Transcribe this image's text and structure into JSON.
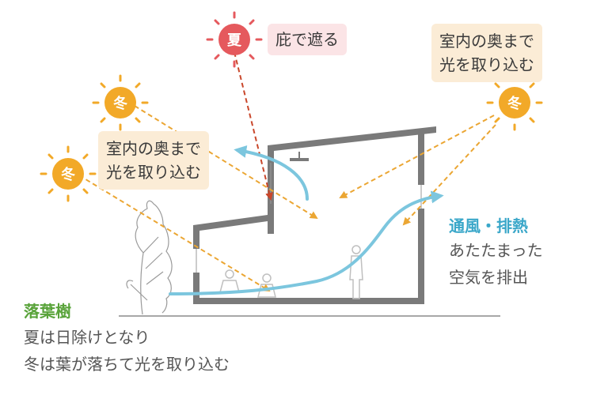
{
  "suns": {
    "summer": "夏",
    "winter": "冬"
  },
  "labels": {
    "eaves": "庇で遮る",
    "bring_light_deep": "室内の奥まで\n光を取り込む",
    "ventilation_title": "通風・排熱",
    "ventilation_desc": "あたたまった\n空気を排出",
    "tree_title": "落葉樹",
    "tree_desc": "夏は日除けとなり\n冬は葉が落ちて光を取り込む"
  },
  "colors": {
    "summer_sun": "#e5595d",
    "winter_sun": "#f2a928",
    "summer_ray": "#c9472b",
    "winter_ray": "#eba633",
    "airflow": "#7cc6de",
    "house": "#7a7a7a",
    "tree_label": "#59a33a",
    "ventilation_label": "#3aa7c9"
  }
}
